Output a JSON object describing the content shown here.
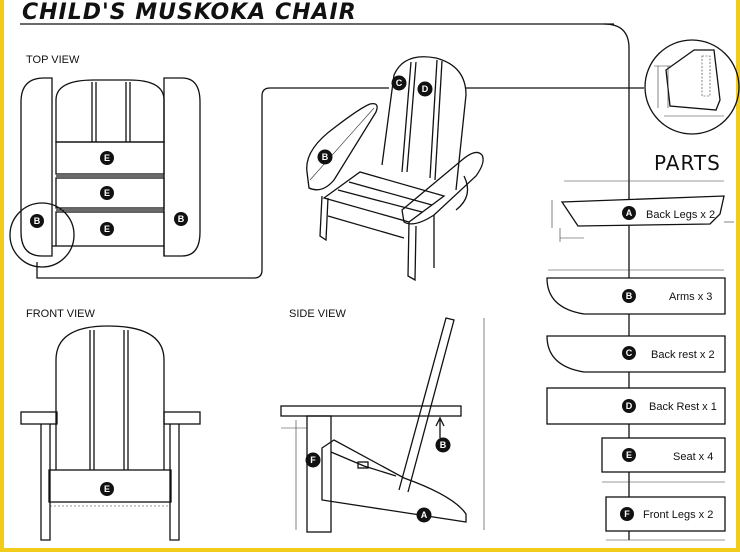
{
  "title": "CHILD'S MUSKOKA CHAIR",
  "views": {
    "top": "TOP VIEW",
    "front": "FRONT VIEW",
    "side": "SIDE VIEW"
  },
  "parts_heading": "PARTS",
  "parts": [
    {
      "letter": "A",
      "label": "Back Legs x 2"
    },
    {
      "letter": "B",
      "label": "Arms x 3"
    },
    {
      "letter": "C",
      "label": "Back rest x 2"
    },
    {
      "letter": "D",
      "label": "Back Rest x 1"
    },
    {
      "letter": "E",
      "label": "Seat x 4"
    },
    {
      "letter": "F",
      "label": "Front Legs x 2"
    }
  ],
  "markers": {
    "A": "A",
    "B": "B",
    "C": "C",
    "D": "D",
    "E": "E",
    "F": "F"
  },
  "colors": {
    "border": "#f2cc1b",
    "ink": "#111111",
    "badge": "#111111"
  }
}
